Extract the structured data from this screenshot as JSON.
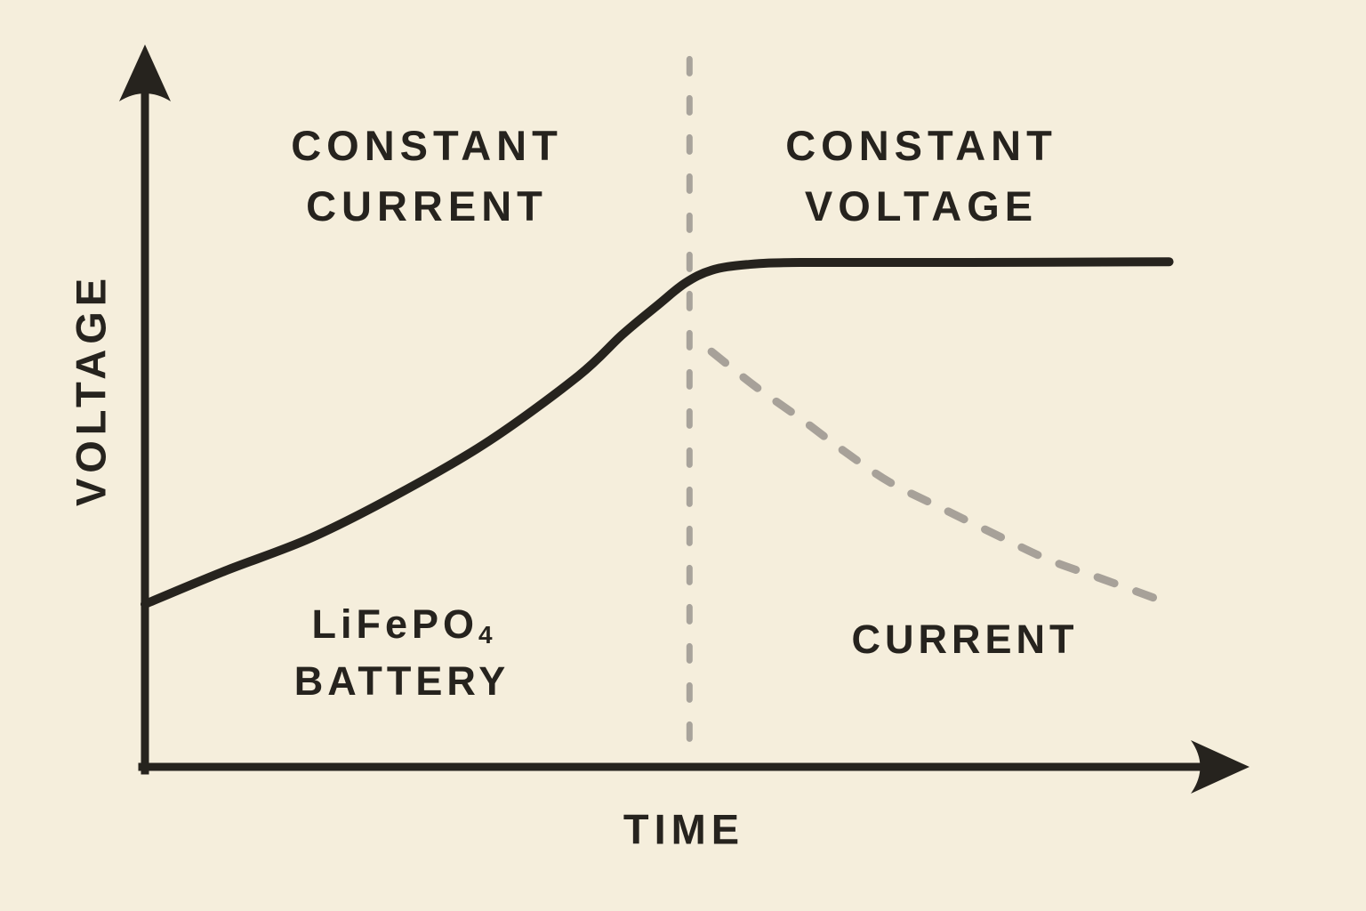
{
  "canvas": {
    "background_color": "#f5eedc",
    "ink_color": "#26231e",
    "muted_color": "#a8a29b"
  },
  "labels": {
    "phase_left_line1": "CONSTANT",
    "phase_left_line2": "CURRENT",
    "phase_right_line1": "CONSTANT",
    "phase_right_line2": "VOLTAGE",
    "y_axis": "VOLTAGE",
    "x_axis": "TIME",
    "battery_formula": "LiFePO",
    "battery_subscript": "4",
    "battery_line2": "BATTERY",
    "current_curve_label": "CURRENT"
  },
  "chart_data": {
    "type": "line",
    "title": "",
    "xlabel": "TIME",
    "ylabel": "VOLTAGE",
    "x_range": [
      0,
      100
    ],
    "y_range": [
      0,
      100
    ],
    "grid": false,
    "legend_position": "none",
    "axes_style": "qualitative-no-ticks-arrowheads",
    "annotations": [
      {
        "text": "CONSTANT CURRENT",
        "position": "upper-left",
        "meaning": "phase before divider"
      },
      {
        "text": "CONSTANT VOLTAGE",
        "position": "upper-right",
        "meaning": "phase after divider"
      },
      {
        "text": "LiFePO4 BATTERY",
        "position": "lower-left",
        "meaning": "subject of chart"
      },
      {
        "text": "CURRENT",
        "position": "lower-right",
        "meaning": "labels dashed series"
      }
    ],
    "divider": {
      "x": 49.5,
      "y_start": 2.1,
      "y_end": 99.2,
      "style": "dashed",
      "color": "#a8a39b"
    },
    "series": [
      {
        "name": "VOLTAGE",
        "style": "solid",
        "color": "#26231e",
        "points": [
          [
            0,
            22.8
          ],
          [
            7,
            27.3
          ],
          [
            15.1,
            32.1
          ],
          [
            23.2,
            38.4
          ],
          [
            31.3,
            45.7
          ],
          [
            39.4,
            54.8
          ],
          [
            43.4,
            60.6
          ],
          [
            46.6,
            64.7
          ],
          [
            49.1,
            67.8
          ],
          [
            51.5,
            69.6
          ],
          [
            54.7,
            70.4
          ],
          [
            59.6,
            70.7
          ],
          [
            75,
            70.7
          ],
          [
            93.1,
            70.8
          ]
        ]
      },
      {
        "name": "CURRENT",
        "style": "dashed",
        "color": "#a7a199",
        "points": [
          [
            51.5,
            58.2
          ],
          [
            55.5,
            53.3
          ],
          [
            59.6,
            48.8
          ],
          [
            63.6,
            44.2
          ],
          [
            67.7,
            39.9
          ],
          [
            72.5,
            36.2
          ],
          [
            77.4,
            32.5
          ],
          [
            82.2,
            29.0
          ],
          [
            87.1,
            26.3
          ],
          [
            93.1,
            22.9
          ]
        ]
      }
    ]
  }
}
